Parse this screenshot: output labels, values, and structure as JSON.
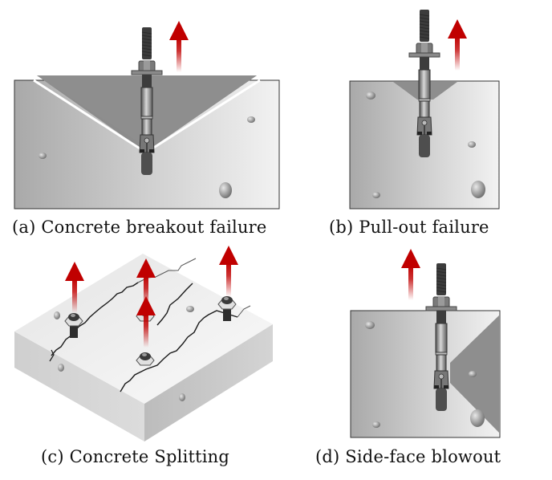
{
  "figure": {
    "panels": [
      {
        "id": "a",
        "caption": "(a) Concrete breakout failure",
        "failure_mode": "concrete breakout"
      },
      {
        "id": "b",
        "caption": "(b) Pull-out failure",
        "failure_mode": "pull-out"
      },
      {
        "id": "c",
        "caption": "(c) Concrete Splitting",
        "failure_mode": "concrete splitting"
      },
      {
        "id": "d",
        "caption": "(d) Side-face blowout",
        "failure_mode": "side-face blowout"
      }
    ],
    "colors": {
      "arrow": "#c00000",
      "concrete_light": "#f0f0f0",
      "concrete_dark": "#a8a8a8",
      "cone": "#8c8c8c",
      "bolt": "#4a4a4a",
      "crack": "#1a1a1a"
    }
  }
}
